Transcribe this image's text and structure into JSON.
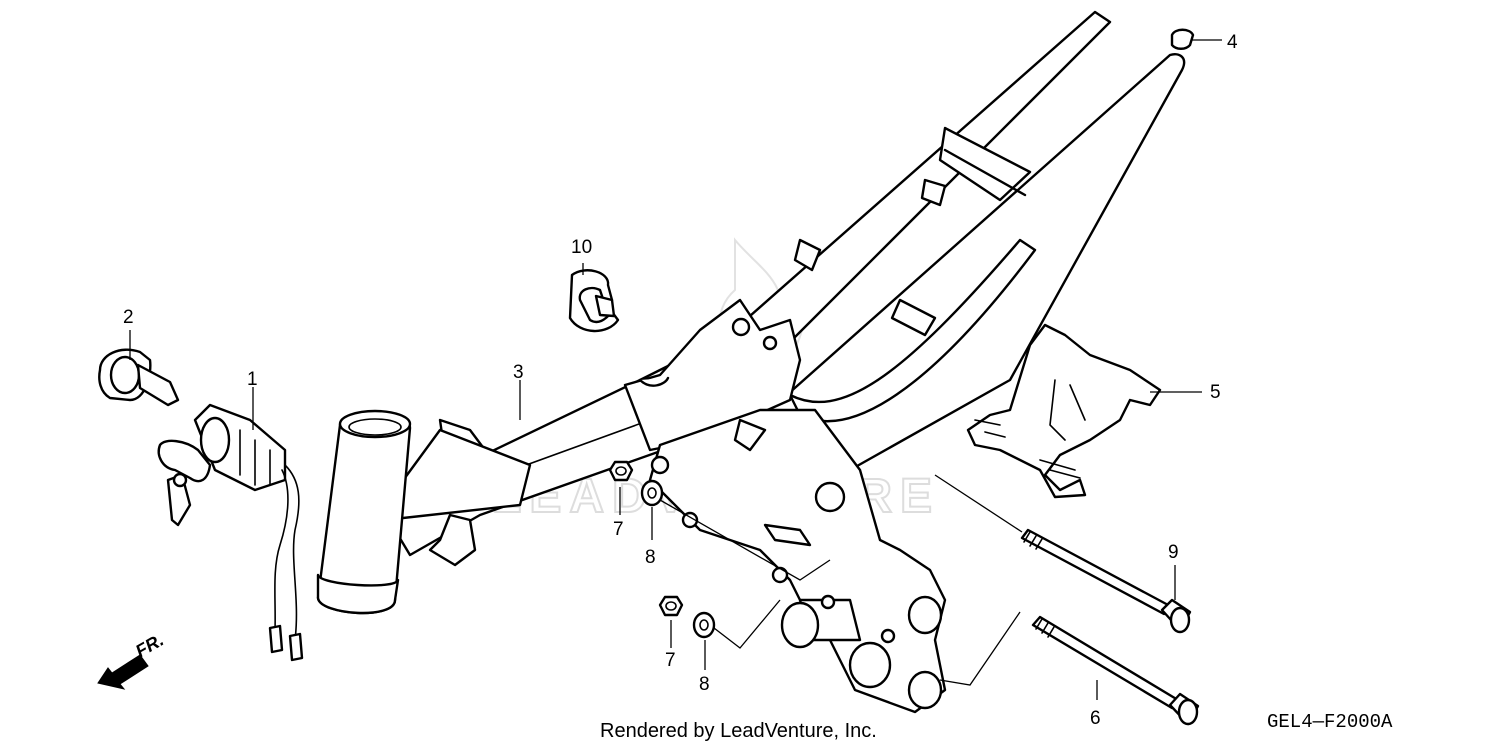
{
  "callouts": [
    {
      "id": "1",
      "label": "1"
    },
    {
      "id": "2",
      "label": "2"
    },
    {
      "id": "3",
      "label": "3"
    },
    {
      "id": "4",
      "label": "4"
    },
    {
      "id": "5",
      "label": "5"
    },
    {
      "id": "6",
      "label": "6"
    },
    {
      "id": "7a",
      "label": "7"
    },
    {
      "id": "7b",
      "label": "7"
    },
    {
      "id": "8a",
      "label": "8"
    },
    {
      "id": "8b",
      "label": "8"
    },
    {
      "id": "9",
      "label": "9"
    },
    {
      "id": "10",
      "label": "10"
    }
  ],
  "front_marker": "FR.",
  "watermark": "LEADVENTURE",
  "credit": "Rendered by LeadVenture, Inc.",
  "diagram_code": "GEL4—F2000A",
  "colors": {
    "line": "#000000",
    "background": "#ffffff",
    "watermark": "#dddddd"
  }
}
